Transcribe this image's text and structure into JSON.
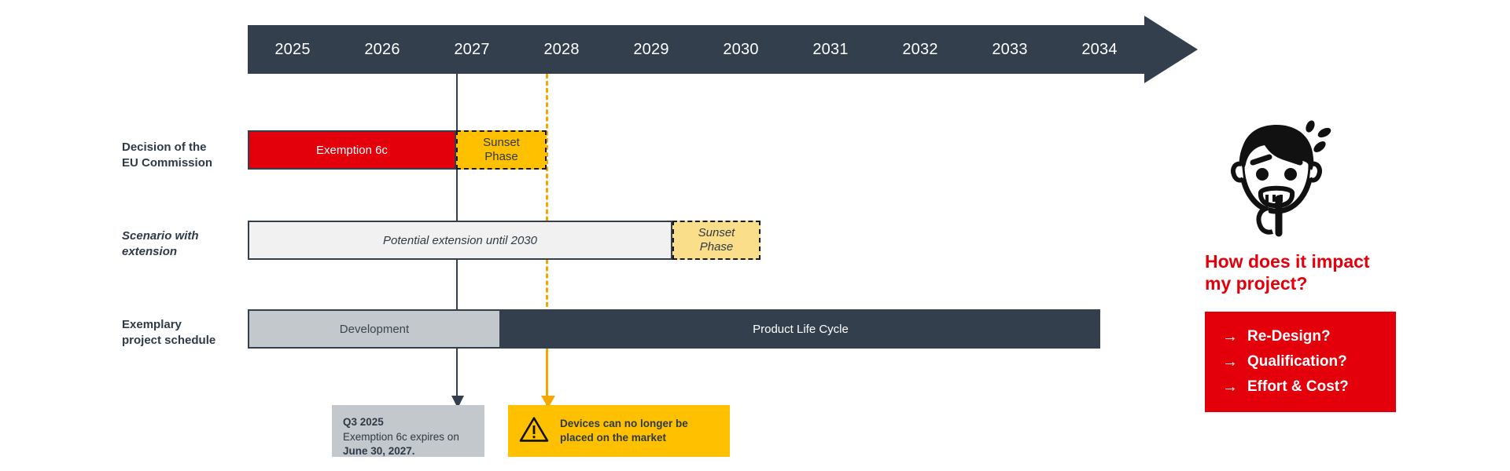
{
  "timeline": {
    "years": [
      "2025",
      "2026",
      "2027",
      "2028",
      "2029",
      "2030",
      "2031",
      "2032",
      "2033",
      "2034"
    ],
    "axis_color": "#333F4D"
  },
  "rows": [
    {
      "label_line1": "Decision of the",
      "label_line2": "EU Commission",
      "bars": [
        {
          "name": "exemption-6c",
          "label": "Exemption 6c",
          "color": "#E3000B"
        },
        {
          "name": "sunset-phase-1",
          "label_line1": "Sunset",
          "label_line2": "Phase",
          "color": "#FFC000"
        }
      ]
    },
    {
      "label_line1": "Scenario with",
      "label_line2": "extension",
      "bars": [
        {
          "name": "potential-extension",
          "label": "Potential extension until 2030",
          "color": "#F1F1F1"
        },
        {
          "name": "sunset-phase-2",
          "label_line1": "Sunset",
          "label_line2": "Phase",
          "color": "#FBDE8A"
        }
      ]
    },
    {
      "label_line1": "Exemplary",
      "label_line2": "project schedule",
      "bars": [
        {
          "name": "development",
          "label": "Development",
          "color": "#C3C8CC"
        },
        {
          "name": "product-life-cycle",
          "label": "Product Life Cycle",
          "color": "#333F4D"
        }
      ]
    }
  ],
  "callouts": {
    "expiry": {
      "heading": "Q3 2025",
      "body": "Exemption 6c expires on",
      "emphasis": "June 30, 2027.",
      "background": "#C3C8CC"
    },
    "market": {
      "message_line1": "Devices can no longer be",
      "message_line2": "placed on the market",
      "background": "#FFC000",
      "icon": "warning-triangle-icon"
    }
  },
  "right_panel": {
    "illustration": "worried-face-biting-nails-icon",
    "question_line1": "How does it impact",
    "question_line2": "my project?",
    "question_color": "#E3000B",
    "list_background": "#E3000B",
    "items": [
      {
        "arrow": "→",
        "label": "Re-Design?"
      },
      {
        "arrow": "→",
        "label": "Qualification?"
      },
      {
        "arrow": "→",
        "label": "Effort & Cost?"
      }
    ]
  }
}
